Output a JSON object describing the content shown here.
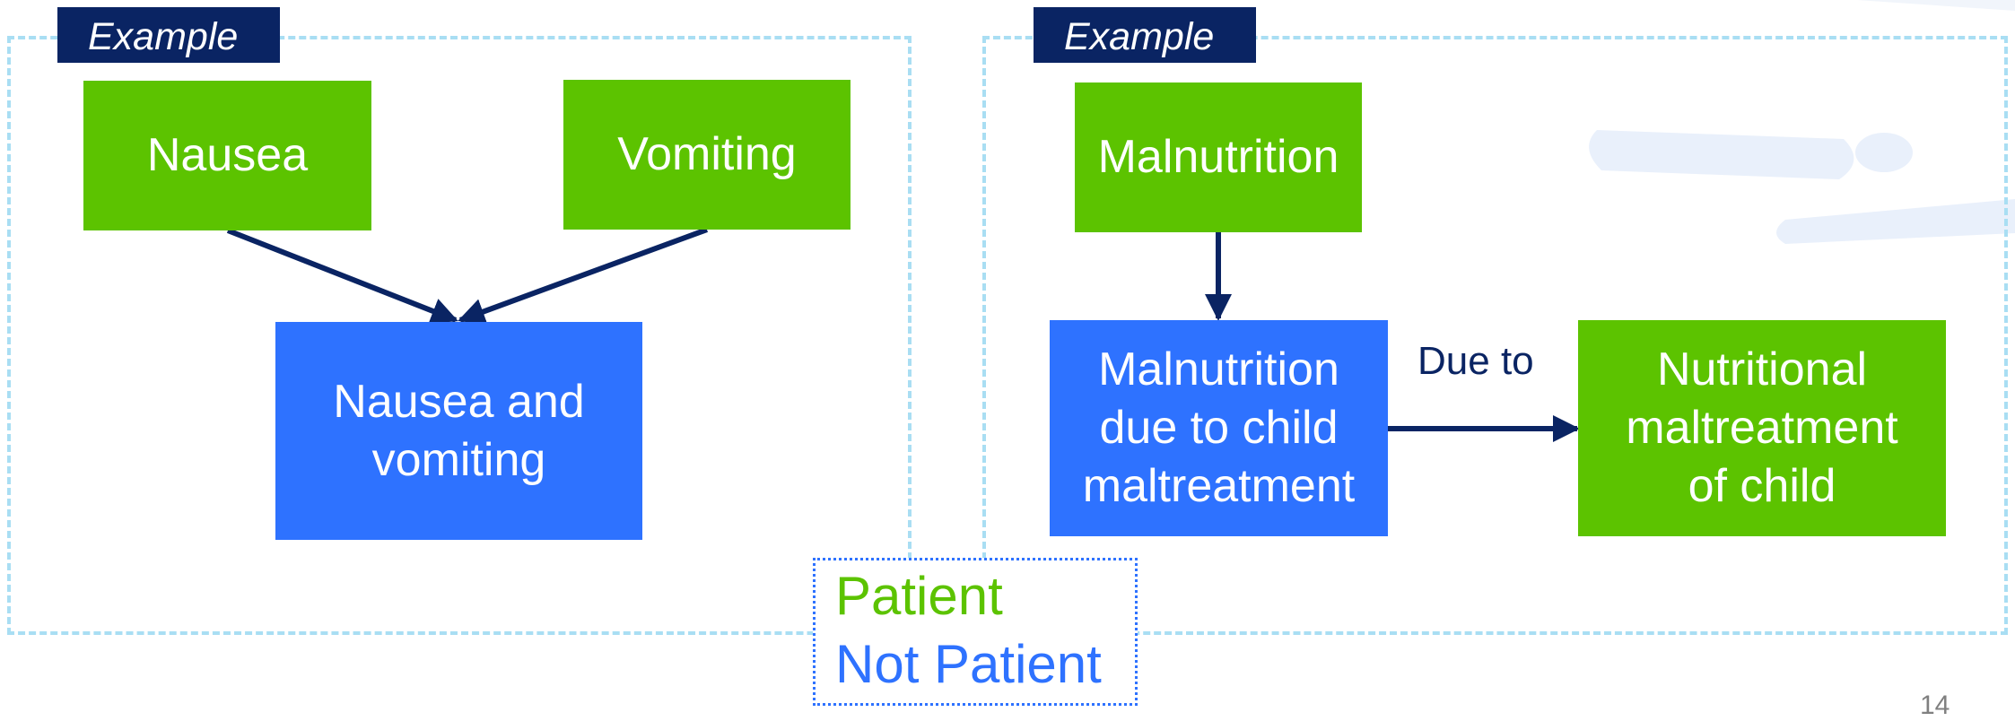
{
  "panels": [
    {
      "tag": "Example"
    },
    {
      "tag": "Example"
    }
  ],
  "nodes": {
    "nausea": "Nausea",
    "vomiting": "Vomiting",
    "nausea_and_vomiting": "Nausea and vomiting",
    "malnutrition": "Malnutrition",
    "malnutrition_due": "Malnutrition due to child maltreatment",
    "nutritional_maltreatment": "Nutritional maltreatment of child"
  },
  "edge_labels": {
    "due_to": "Due to"
  },
  "legend": {
    "patient": "Patient",
    "not_patient": "Not Patient"
  },
  "colors": {
    "patient": "#5cc300",
    "not_patient": "#2e72ff",
    "tag_bg": "#0a2463",
    "panel_border": "#a9def3"
  },
  "page_number": "14"
}
